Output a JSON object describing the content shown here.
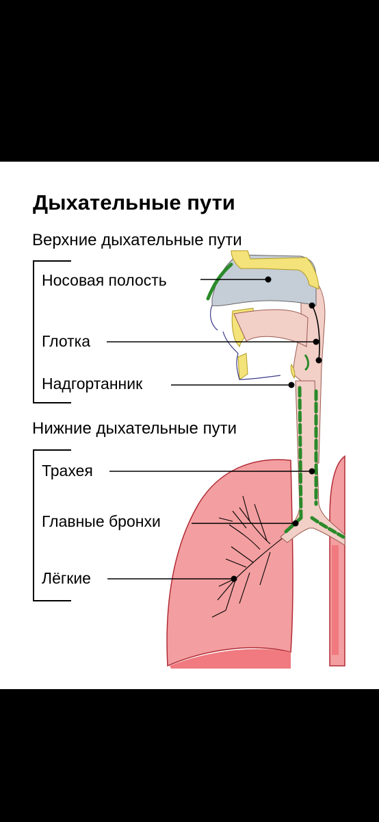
{
  "title": "Дыхательные пути",
  "upper": {
    "heading": "Верхние дыхательные пути",
    "labels": [
      "Носовая полость",
      "Глотка",
      "Надгортанник"
    ]
  },
  "lower": {
    "heading": "Нижние дыхательные пути",
    "labels": [
      "Трахея",
      "Главные бронхи",
      "Лёгкие"
    ]
  },
  "colors": {
    "background": "#000000",
    "card": "#ffffff",
    "bone": "#f4e37a",
    "cavity": "#c5cdd7",
    "throat": "#f2cfc7",
    "lung": "#f39ea0",
    "lung_dark": "#f07a7f",
    "mucosa": "#2a8a2a"
  }
}
